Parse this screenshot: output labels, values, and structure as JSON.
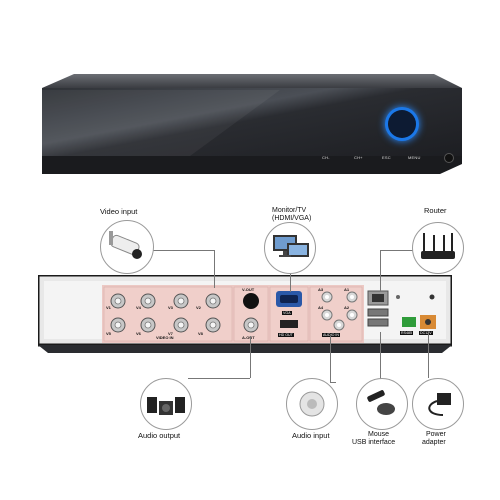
{
  "front_panel": {
    "buttons": [
      "CH-",
      "CH+",
      "ESC",
      "MENU"
    ]
  },
  "callouts": {
    "video_input": "Video input",
    "monitor_line1": "Monitor/TV",
    "monitor_line2": "(HDMI/VGA)",
    "router": "Router",
    "audio_output": "Audio output",
    "audio_input": "Audio input",
    "mouse_line1": "Mouse",
    "mouse_line2": "USB interface",
    "power_line1": "Power",
    "power_line2": "adapter"
  },
  "rear_panel": {
    "video_in": "VIDEO IN",
    "channels": [
      "V1",
      "V2",
      "V3",
      "V4",
      "V5",
      "V6",
      "V7",
      "V8"
    ],
    "v_out": "V-OUT",
    "a_out": "A-OUT",
    "vga": "VGA",
    "hd_out": "HD OUT",
    "audio_in": "AUDIO IN",
    "audio_channels": [
      "A1",
      "A2",
      "A3",
      "A4"
    ],
    "rs485": "RS485",
    "dc": "DC12V"
  },
  "colors": {
    "panel_pink": "#ecc9c4",
    "chassis_dark": "#2a2c30",
    "power_ring": "#1b78e8"
  }
}
